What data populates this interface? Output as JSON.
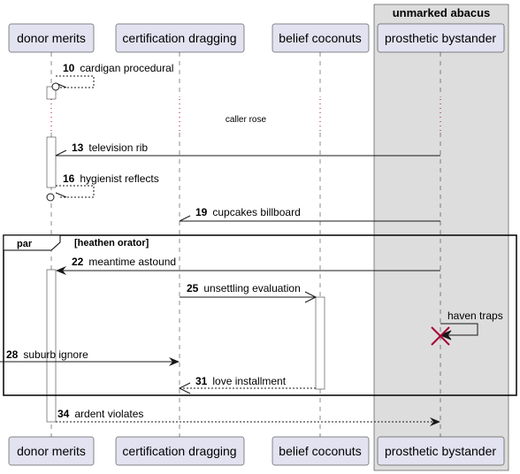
{
  "participants": [
    {
      "id": "donor",
      "label": "donor merits"
    },
    {
      "id": "cert",
      "label": "certification dragging"
    },
    {
      "id": "belief",
      "label": "belief coconuts"
    },
    {
      "id": "pros",
      "label": "prosthetic bystander"
    }
  ],
  "box": {
    "title": "unmarked abacus",
    "color": "#dddddd"
  },
  "delay_text": "caller rose",
  "group": {
    "keyword": "par",
    "condition": "[heathen orator]"
  },
  "messages": [
    {
      "num": "10",
      "text": "cardigan procedural"
    },
    {
      "num": "13",
      "text": "television rib"
    },
    {
      "num": "16",
      "text": "hygienist reflects"
    },
    {
      "num": "19",
      "text": "cupcakes billboard"
    },
    {
      "num": "22",
      "text": "meantime astound"
    },
    {
      "num": "25",
      "text": "unsettling evaluation"
    },
    {
      "num": "",
      "text": "haven traps"
    },
    {
      "num": "28",
      "text": "suburb ignore"
    },
    {
      "num": "31",
      "text": "love installment"
    },
    {
      "num": "34",
      "text": "ardent violates"
    }
  ],
  "colors": {
    "participant_fill": "#e2e2f0",
    "participant_stroke": "#181818",
    "destroy": "#a80036",
    "line": "#181818"
  }
}
